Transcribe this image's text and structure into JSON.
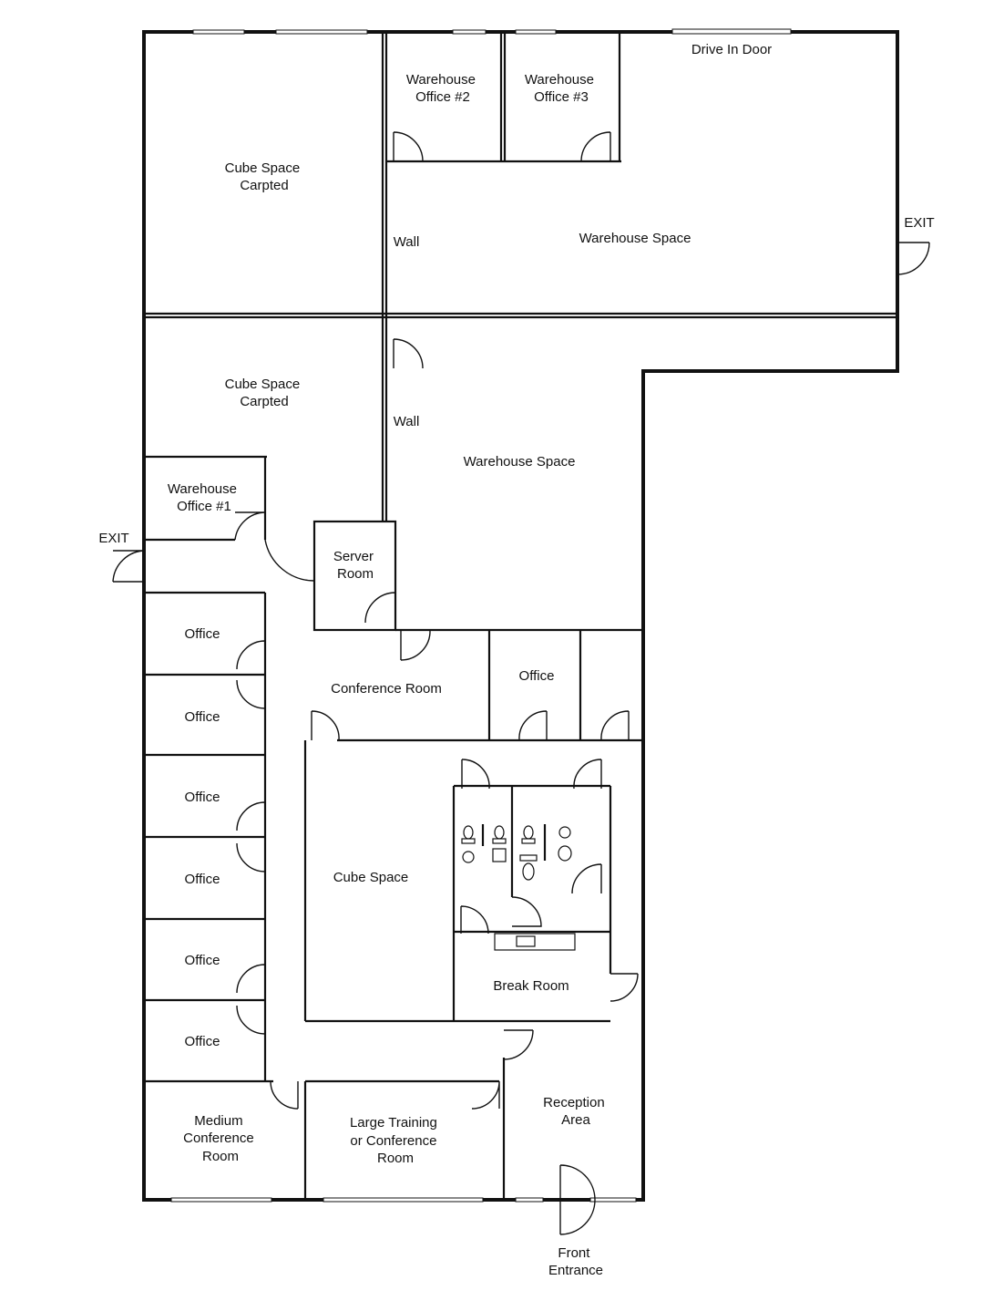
{
  "rooms": {
    "cube_space_top": [
      "Cube Space",
      "Carpted"
    ],
    "cube_space_mid": [
      "Cube Space",
      "Carpted"
    ],
    "warehouse_office_1": [
      "Warehouse",
      "Office #1"
    ],
    "warehouse_office_2": [
      "Warehouse",
      "Office #2"
    ],
    "warehouse_office_3": [
      "Warehouse",
      "Office #3"
    ],
    "drive_in_door": "Drive In Door",
    "exit_right": "EXIT",
    "exit_left": "EXIT",
    "wall_top": "Wall",
    "wall_mid": "Wall",
    "warehouse_space_top": "Warehouse Space",
    "warehouse_space_mid": "Warehouse Space",
    "server_room": [
      "Server",
      "Room"
    ],
    "conference_room": "Conference Room",
    "office_right": "Office",
    "office_1": "Office",
    "office_2": "Office",
    "office_3": "Office",
    "office_4": "Office",
    "office_5": "Office",
    "office_6": "Office",
    "cube_space_center": "Cube Space",
    "break_room": "Break Room",
    "medium_conference_room": [
      "Medium",
      "Conference",
      "Room"
    ],
    "large_training_room": [
      "Large Training",
      "or Conference",
      "Room"
    ],
    "reception_area": [
      "Reception",
      "Area"
    ],
    "front_entrance": [
      "Front",
      "Entrance"
    ]
  }
}
